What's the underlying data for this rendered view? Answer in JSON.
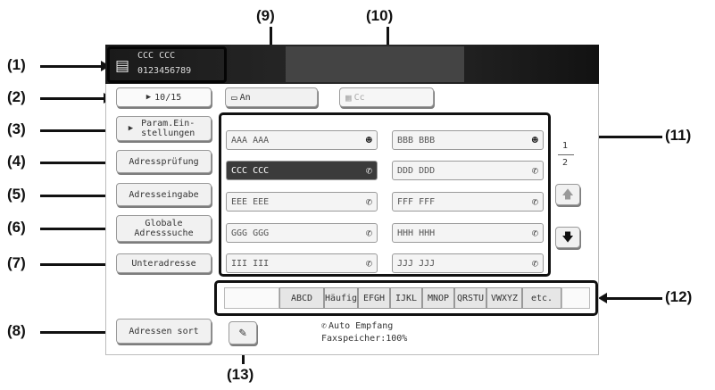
{
  "callouts": [
    "(1)",
    "(2)",
    "(3)",
    "(4)",
    "(5)",
    "(6)",
    "(7)",
    "(8)",
    "(9)",
    "(10)",
    "(11)",
    "(12)",
    "(13)"
  ],
  "header": {
    "name": "CCC CCC",
    "number": "0123456789"
  },
  "counter_button": {
    "label": "10/15"
  },
  "to_button": {
    "label": "An"
  },
  "cc_button": {
    "label": "Cc"
  },
  "side_buttons": {
    "param_settings": "Param.Ein-stellungen",
    "address_review": "Adressprüfung",
    "address_entry": "Adresseingabe",
    "global_search": "Globale Adresssuche",
    "subaddress": "Unteradresse",
    "address_sort": "Adressen sort"
  },
  "entries": [
    {
      "label": "AAA AAA",
      "icon": "group-icon",
      "selected": false
    },
    {
      "label": "BBB BBB",
      "icon": "group-icon",
      "selected": false
    },
    {
      "label": "CCC CCC",
      "icon": "phone-icon",
      "selected": true
    },
    {
      "label": "DDD DDD",
      "icon": "phone-icon",
      "selected": false
    },
    {
      "label": "EEE EEE",
      "icon": "phone-icon",
      "selected": false
    },
    {
      "label": "FFF FFF",
      "icon": "phone-icon",
      "selected": false
    },
    {
      "label": "GGG GGG",
      "icon": "phone-icon",
      "selected": false
    },
    {
      "label": "HHH HHH",
      "icon": "phone-icon",
      "selected": false
    },
    {
      "label": "III III",
      "icon": "phone-icon",
      "selected": false
    },
    {
      "label": "JJJ JJJ",
      "icon": "phone-icon",
      "selected": false
    }
  ],
  "page_indicator": {
    "current": "1",
    "total": "2"
  },
  "index_tabs": [
    "ABCD",
    "Häufig",
    "EFGH",
    "IJKL",
    "MNOP",
    "QRSTU",
    "VWXYZ",
    "etc."
  ],
  "status": {
    "line1": "Auto Empfang",
    "line2": "Faxspeicher:100%"
  }
}
